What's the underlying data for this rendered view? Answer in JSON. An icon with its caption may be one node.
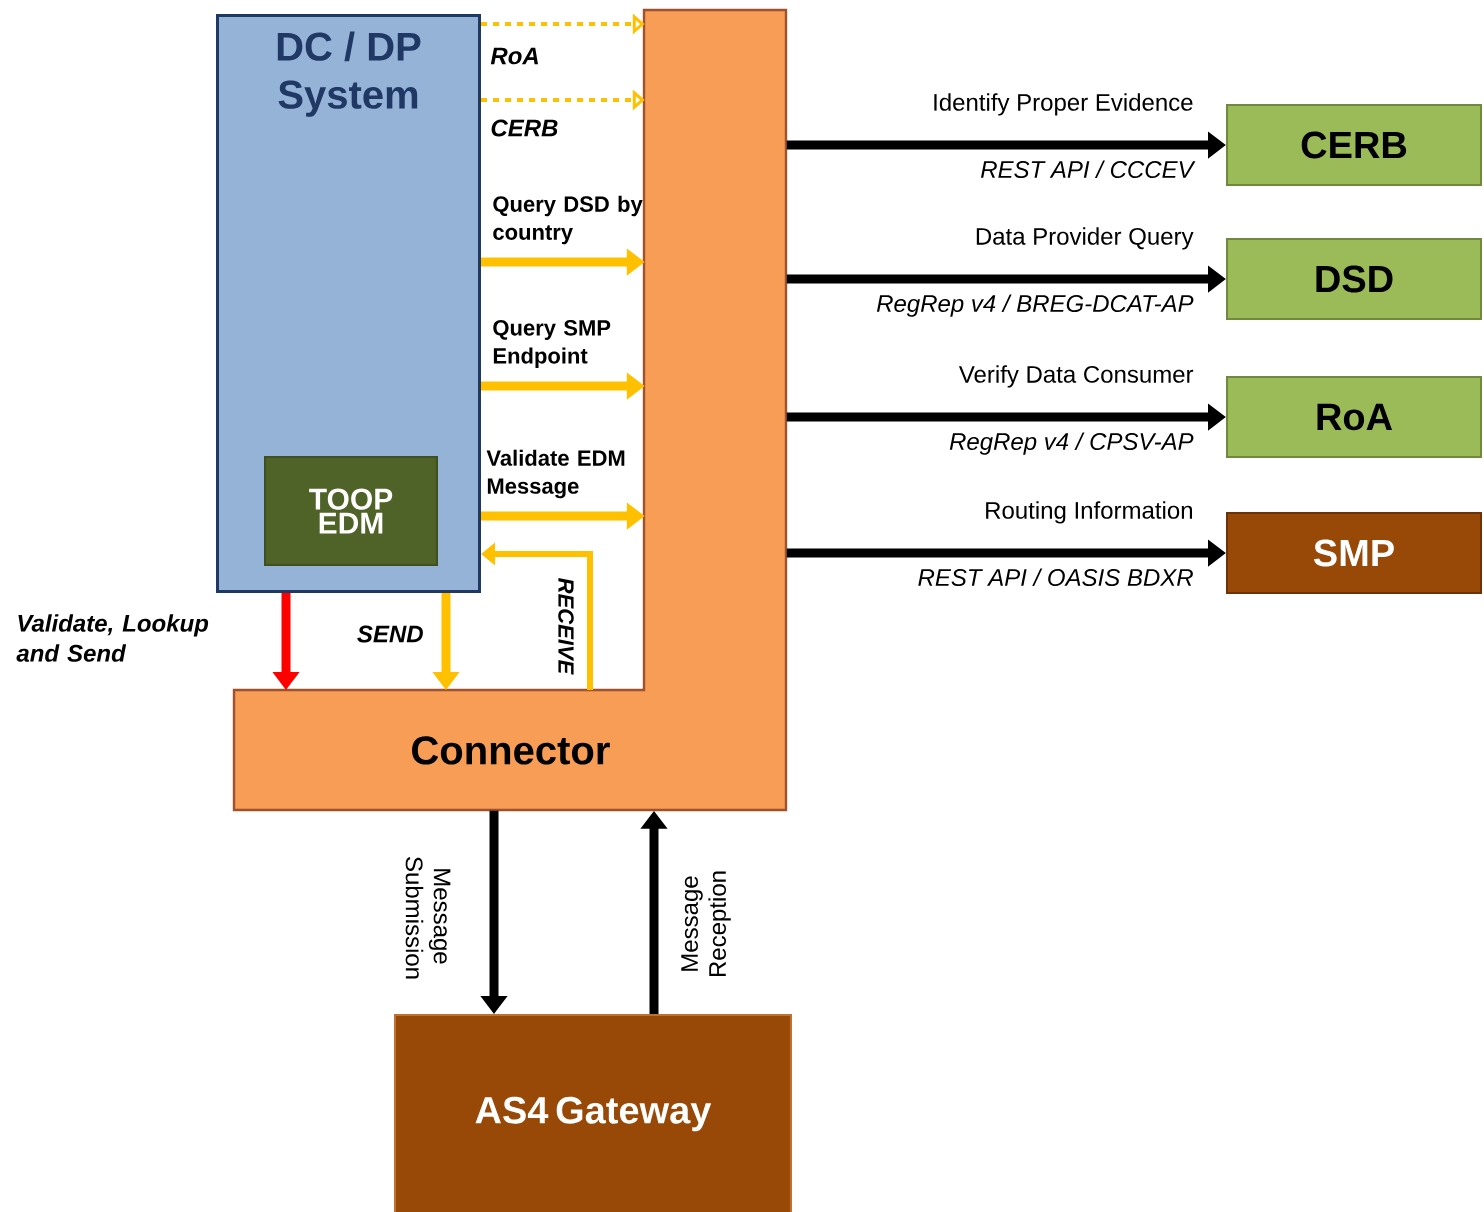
{
  "diagram": {
    "nodes": [
      {
        "text": [
          "DC / DP System"
        ]
      },
      {
        "text": [
          "TOOP EDM"
        ],
        "in": 0
      },
      {
        "text": [
          "Connector"
        ]
      },
      {
        "text": [
          "CERB"
        ]
      },
      {
        "text": [
          "DSD"
        ]
      },
      {
        "text": [
          "RoA"
        ]
      },
      {
        "text": [
          "SMP"
        ]
      },
      {
        "text": [
          "AS4 Gateway"
        ]
      }
    ],
    "edges": [
      {
        "from": 0,
        "to": 2,
        "arrow": "to",
        "label": "RoA",
        "style": "dashed",
        "color": "#ffc000"
      },
      {
        "from": 0,
        "to": 2,
        "arrow": "to",
        "label": "CERB",
        "style": "dashed",
        "color": "#ffc000"
      },
      {
        "from": 0,
        "to": 2,
        "arrow": "to",
        "label": "Query DSD by country",
        "color": "#ffc000"
      },
      {
        "from": 0,
        "to": 2,
        "arrow": "to",
        "label": "Query SMP Endpoint",
        "color": "#ffc000"
      },
      {
        "from": 0,
        "to": 2,
        "arrow": "to",
        "label": "Validate EDM Message",
        "color": "#ffc000"
      },
      {
        "from": 2,
        "to": 0,
        "arrow": "to",
        "label": "RECEIVE",
        "color": "#ffc000"
      },
      {
        "from": 0,
        "to": 2,
        "arrow": "to",
        "label": "SEND",
        "color": "#ffc000"
      },
      {
        "from": 0,
        "to": 2,
        "arrow": "to",
        "label": "Validate, Lookup and Send",
        "color": "#ff0000"
      },
      {
        "from": 2,
        "to": 3,
        "arrow": "to",
        "label": "Identify Proper Evidence",
        "color": "#000000"
      },
      {
        "from": 2,
        "to": 4,
        "arrow": "to",
        "label": "Data Provider Query",
        "color": "#000000"
      },
      {
        "from": 2,
        "to": 5,
        "arrow": "to",
        "label": "Verify Data Consumer",
        "color": "#000000"
      },
      {
        "from": 2,
        "to": 6,
        "arrow": "to",
        "label": "Routing Information",
        "color": "#000000"
      },
      {
        "from": 2,
        "to": 7,
        "arrow": "to",
        "label": "Message Submission",
        "color": "#000000"
      },
      {
        "from": 7,
        "to": 2,
        "arrow": "to",
        "label": "Message Reception",
        "color": "#000000"
      }
    ],
    "labels": [
      "REST API / CCCEV",
      "RegRep v4 / BREG-DCAT-AP",
      "RegRep v4 / CPSV-AP",
      "REST API / OASIS BDXR"
    ]
  }
}
